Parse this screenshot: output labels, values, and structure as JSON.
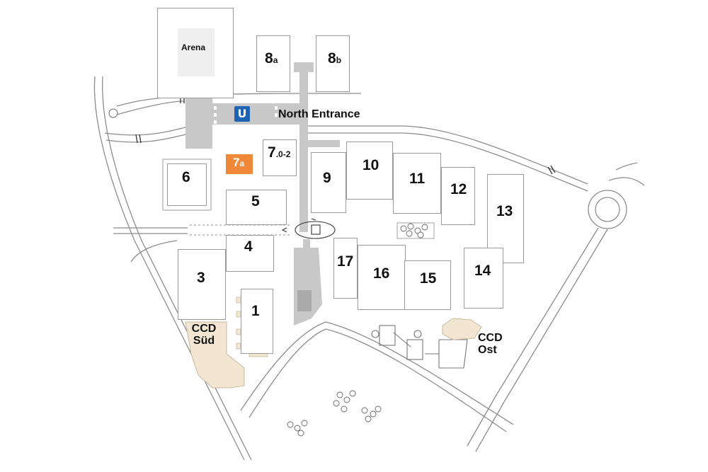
{
  "colors": {
    "highlight": "#f0883a",
    "congress_center": "#f2e6d3",
    "walkway": "#c8c8c8",
    "road": "#8c8c8c",
    "transit_badge": "#1f63b5"
  },
  "arena": {
    "label": "Arena"
  },
  "entrance": {
    "label": "North Entrance",
    "transit_icon": "u-bahn-icon"
  },
  "halls": {
    "h1": "1",
    "h3": "3",
    "h4": "4",
    "h5": "5",
    "h6": "6",
    "h7": "7",
    "h7_sub": "0-2",
    "h7a": "7",
    "h7a_sub": "a",
    "h8a": "8",
    "h8a_sub": "a",
    "h8b": "8",
    "h8b_sub": "b",
    "h9": "9",
    "h10": "10",
    "h11": "11",
    "h12": "12",
    "h13": "13",
    "h14": "14",
    "h15": "15",
    "h16": "16",
    "h17": "17"
  },
  "congress": {
    "sued_line1": "CCD",
    "sued_line2": "Süd",
    "ost_line1": "CCD",
    "ost_line2": "Ost"
  }
}
